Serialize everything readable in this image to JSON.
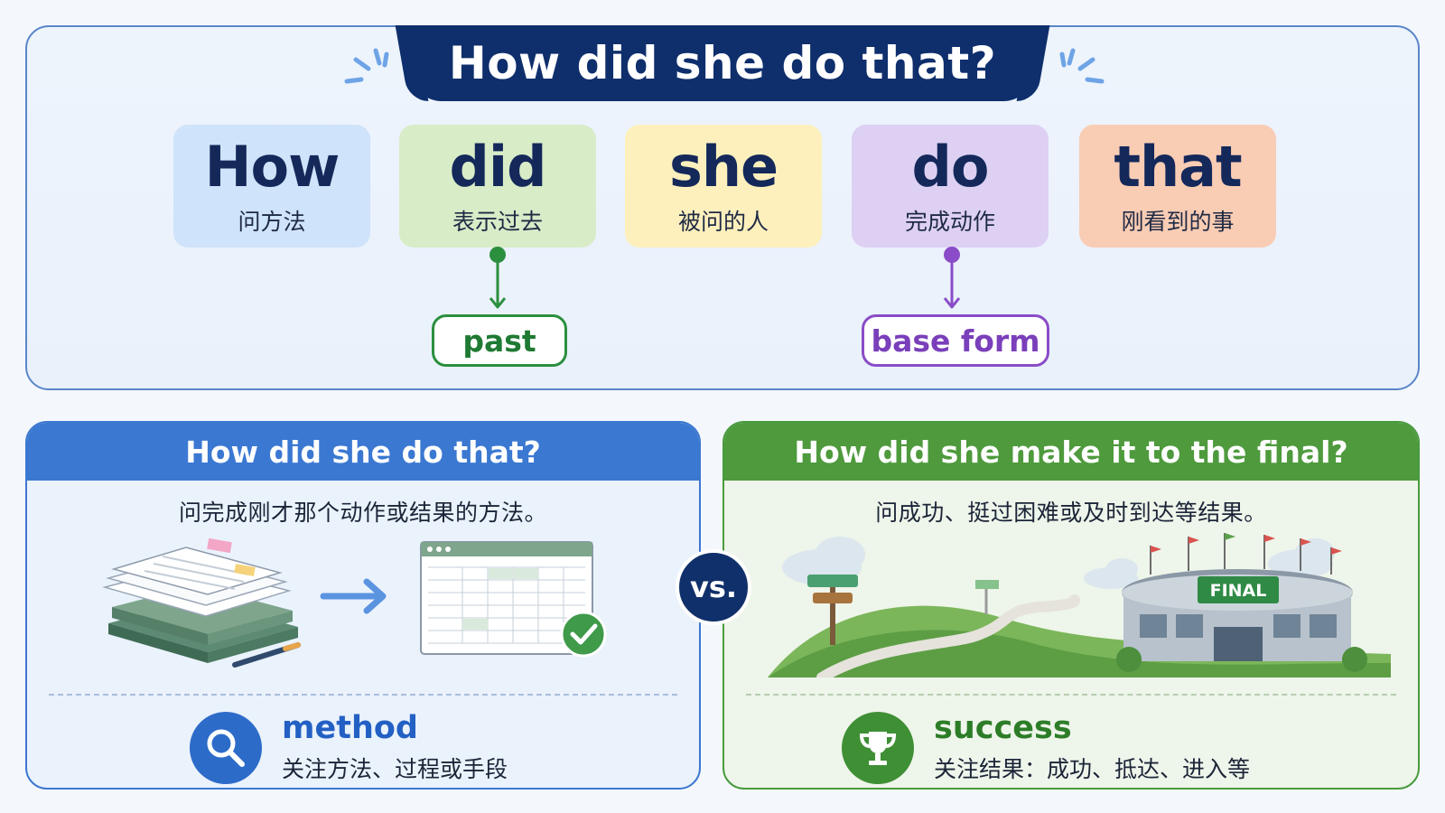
{
  "title": "How did she do that?",
  "words": [
    {
      "word": "How",
      "meaning": "问方法"
    },
    {
      "word": "did",
      "meaning": "表示过去"
    },
    {
      "word": "she",
      "meaning": "被问的人"
    },
    {
      "word": "do",
      "meaning": "完成动作"
    },
    {
      "word": "that",
      "meaning": "刚看到的事"
    }
  ],
  "tags": {
    "past": "past",
    "base_form": "base form"
  },
  "left_panel": {
    "heading": "How did she do that?",
    "description": "问完成刚才那个动作或结果的方法。",
    "keyword": "method",
    "keyword_note": "关注方法、过程或手段"
  },
  "vs": "vs.",
  "right_panel": {
    "heading": "How did she make it to the final?",
    "description": "问成功、挺过困难或及时到达等结果。",
    "sign_text": "FINAL",
    "keyword": "success",
    "keyword_note": "关注结果：成功、抵达、进入等"
  },
  "colors": {
    "navy": "#0f2f6c",
    "blue": "#3b78d2",
    "green": "#4e9a3d",
    "purple": "#8a4cc8"
  }
}
